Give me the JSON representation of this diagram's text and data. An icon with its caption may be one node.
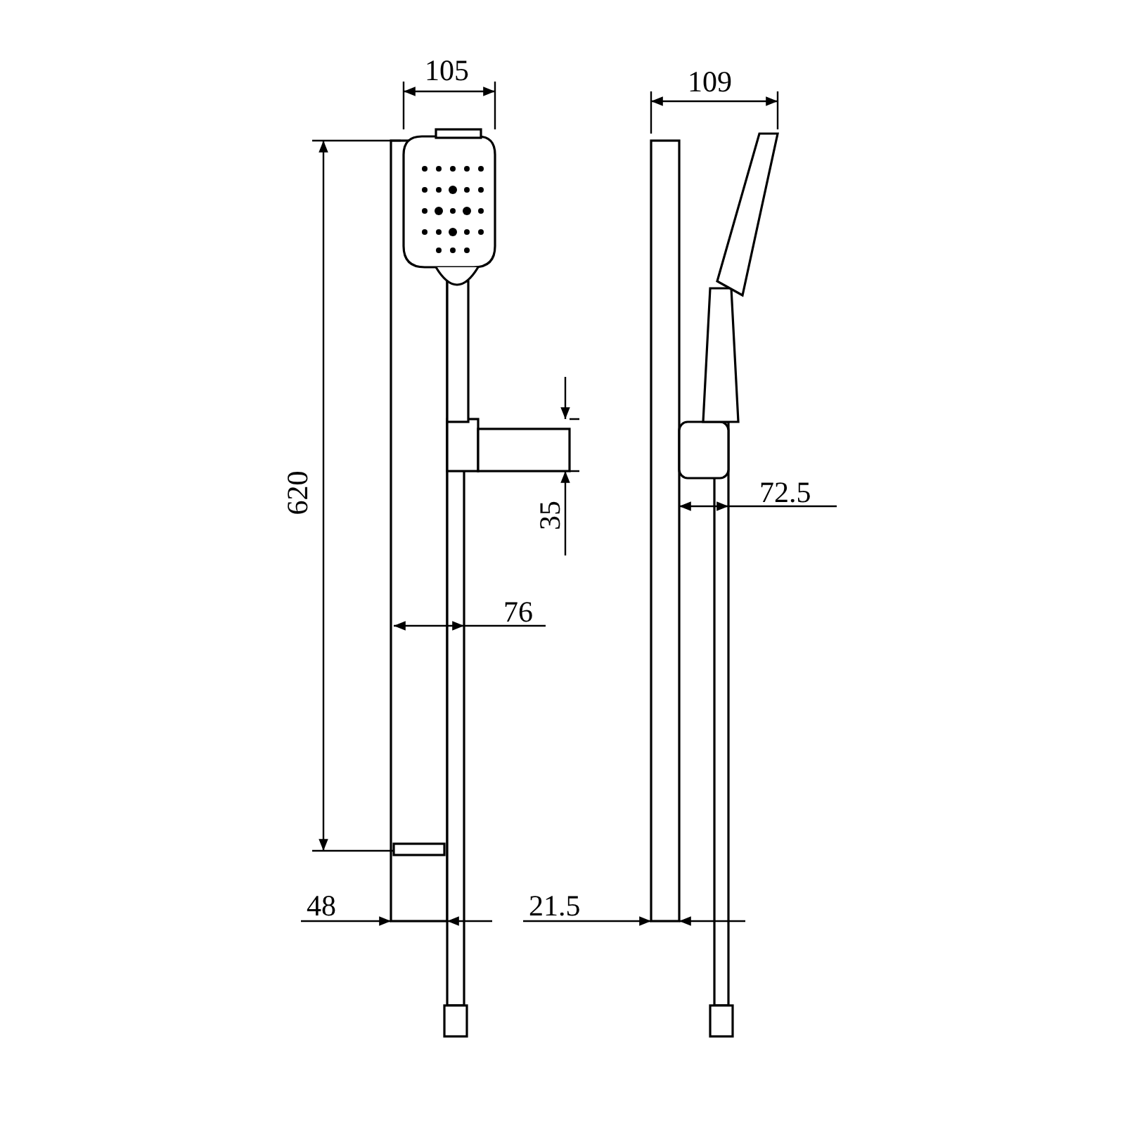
{
  "diagram": {
    "labels": [
      "105",
      "109",
      "620",
      "35",
      "72.5",
      "76",
      "48",
      "21.5"
    ]
  }
}
